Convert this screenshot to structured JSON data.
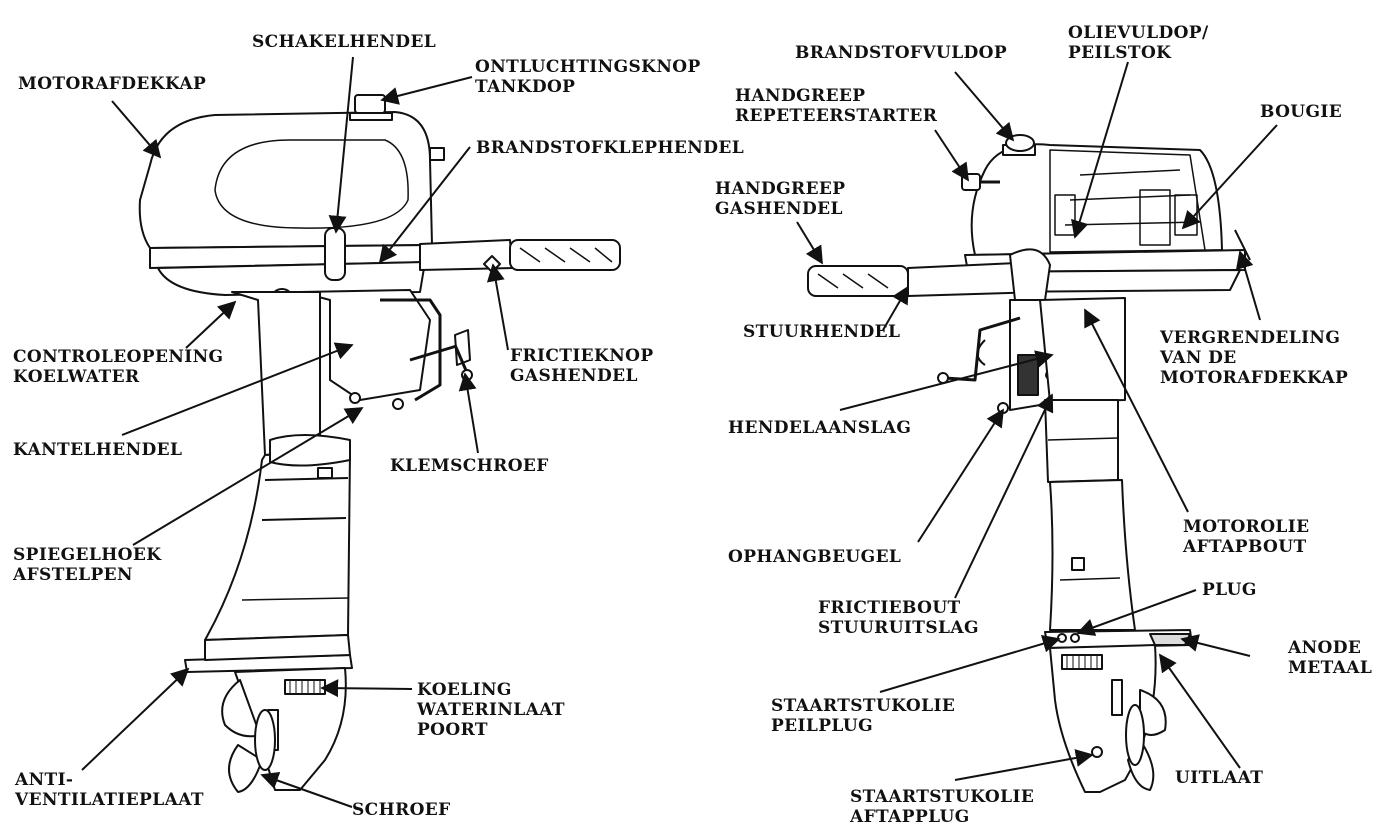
{
  "labels": {
    "motorafdekkap": "MOTORAFDEKKAP",
    "schakelhendel": "SCHAKELHENDEL",
    "ontluchting_1": "ONTLUCHTINGSKNOP",
    "ontluchting_2": "TANKDOP",
    "brandstofklephendel": "BRANDSTOFKLEPHENDEL",
    "controle_1": "CONTROLEOPENING",
    "controle_2": "KOELWATER",
    "frictieknop_1": "FRICTIEKNOP",
    "frictieknop_2": "GASHENDEL",
    "kantelhendel": "KANTELHENDEL",
    "klemschroef": "KLEMSCHROEF",
    "spiegelhoek_1": "SPIEGELHOEK",
    "spiegelhoek_2": "AFSTELPEN",
    "koeling_1": "KOELING",
    "koeling_2": "WATERINLAAT",
    "koeling_3": "POORT",
    "anti_1": "ANTI-",
    "anti_2": "VENTILATIEPLAAT",
    "schroef": "SCHROEF",
    "brandstofvuldop": "BRANDSTOFVULDOP",
    "olievuldop_1": "OLIEVULDOP/",
    "olievuldop_2": "PEILSTOK",
    "repeteer_1": "HANDGREEP",
    "repeteer_2": "REPETEERSTARTER",
    "bougie": "BOUGIE",
    "gasgreep_1": "HANDGREEP",
    "gasgreep_2": "GASHENDEL",
    "stuurhendel": "STUURHENDEL",
    "vergrendeling_1": "VERGRENDELING",
    "vergrendeling_2": "VAN DE",
    "vergrendeling_3": "MOTORAFDEKKAP",
    "hendelaanslag": "HENDELAANSLAG",
    "motorolie_1": "MOTOROLIE",
    "motorolie_2": "AFTAPBOUT",
    "ophangbeugel": "OPHANGBEUGEL",
    "frictiebout_1": "FRICTIEBOUT",
    "frictiebout_2": "STUURUITSLAG",
    "plug": "PLUG",
    "anode_1": "ANODE",
    "anode_2": "METAAL",
    "staartpeil_1": "STAARTSTUKOLIE",
    "staartpeil_2": "PEILPLUG",
    "uitlaat": "UITLAAT",
    "staartaftap_1": "STAARTSTUKOLIE",
    "staartaftap_2": "AFTAPPLUG"
  },
  "colors": {
    "ink": "#111111",
    "fill": "#ffffff"
  }
}
